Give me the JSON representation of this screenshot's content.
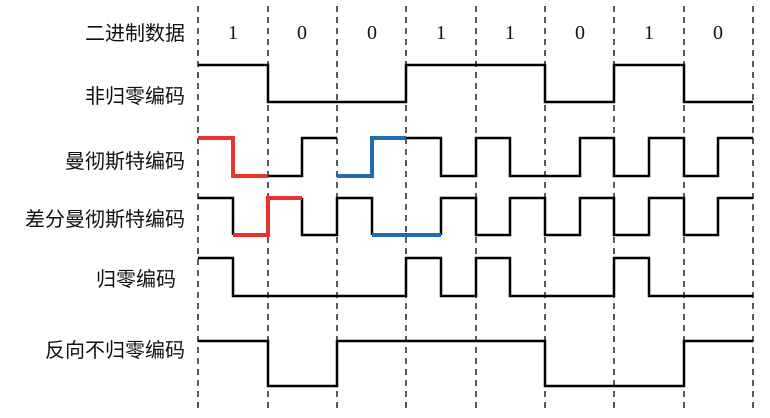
{
  "header_label": "二进制数据",
  "bits": [
    "1",
    "0",
    "0",
    "1",
    "1",
    "0",
    "1",
    "0"
  ],
  "rows": [
    {
      "label": "非归零编码"
    },
    {
      "label": "曼彻斯特编码"
    },
    {
      "label": "差分曼彻斯特编码"
    },
    {
      "label": "归零编码"
    },
    {
      "label": "反向不归零编码"
    }
  ],
  "colors": {
    "signal": "#000000",
    "highlight_red": "#e8322a",
    "highlight_blue": "#1f6db5",
    "divider": "#000000"
  }
}
